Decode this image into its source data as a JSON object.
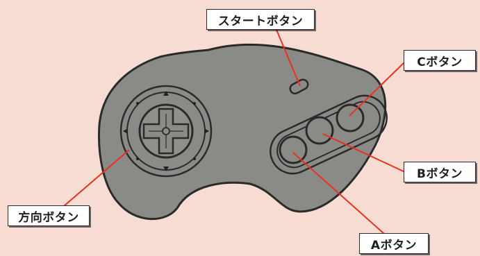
{
  "labels": {
    "start_button": "スタートボタン",
    "c_button": "Cボタン",
    "b_button": "Bボタン",
    "a_button": "Aボタン",
    "direction_button": "方向ボタン"
  },
  "colors": {
    "background": "#f6dcd2",
    "controller_body": "#8a8a87",
    "outline": "#2a2a2a",
    "leader_line": "#e8311d",
    "label_box": "#ffffff"
  }
}
